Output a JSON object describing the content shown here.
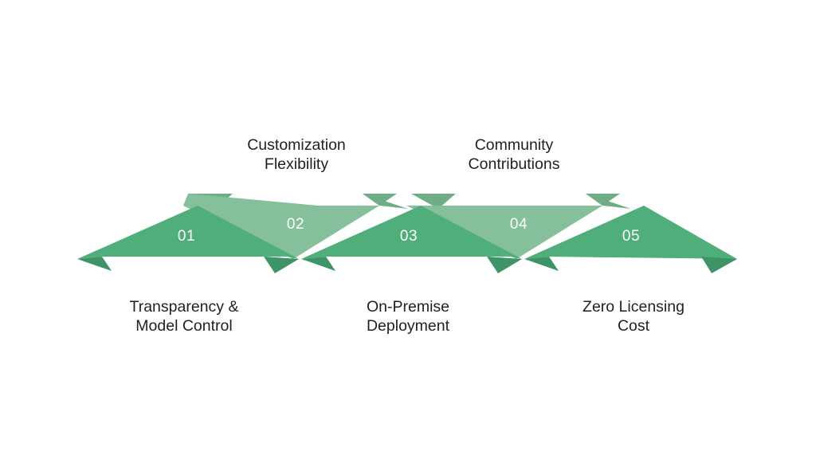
{
  "diagram": {
    "type": "zigzag-arrow-process",
    "background": "#ffffff",
    "colors": {
      "dark_green": "#4FAE79",
      "dark_green_shade": "#3E9466",
      "light_green": "#85BF9B",
      "light_green_shade": "#6FAD86",
      "number_text": "#ffffff",
      "caption_text": "#231f20"
    },
    "steps": [
      {
        "number": "01",
        "label": "Transparency &\nModel Control",
        "direction": "left",
        "position": "bottom",
        "tone": "dark"
      },
      {
        "number": "02",
        "label": "Customization\nFlexibility",
        "direction": "left",
        "position": "top",
        "tone": "light"
      },
      {
        "number": "03",
        "label": "On-Premise\nDeployment",
        "direction": "left",
        "position": "bottom",
        "tone": "dark"
      },
      {
        "number": "04",
        "label": "Community\nContributions",
        "direction": "left",
        "position": "top",
        "tone": "light"
      },
      {
        "number": "05",
        "label": "Zero Licensing\nCost",
        "direction": "right",
        "position": "bottom",
        "tone": "dark"
      }
    ]
  }
}
